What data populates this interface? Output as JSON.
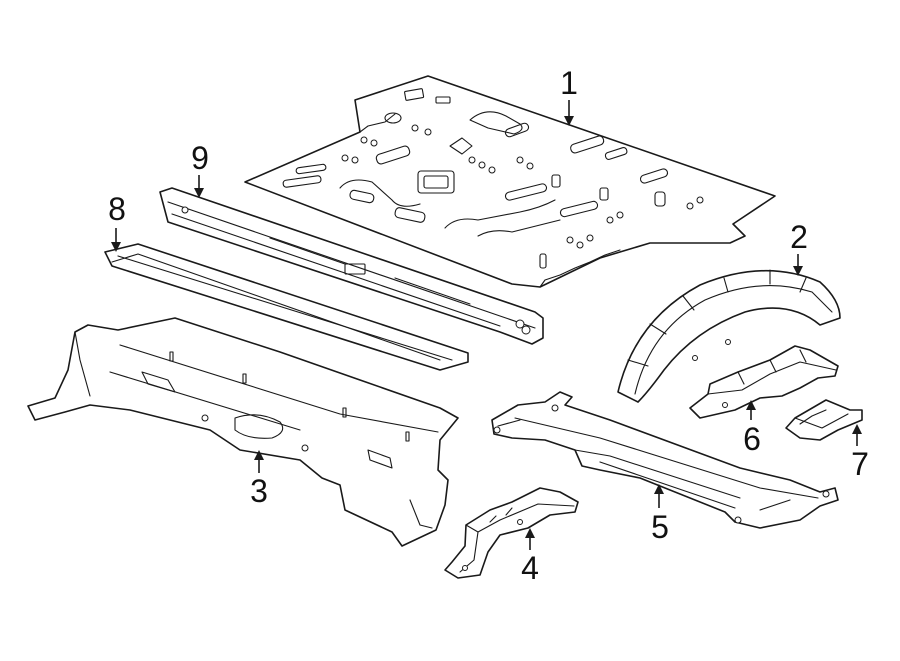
{
  "callouts": [
    "1",
    "2",
    "3",
    "4",
    "5",
    "6",
    "7",
    "8",
    "9"
  ]
}
